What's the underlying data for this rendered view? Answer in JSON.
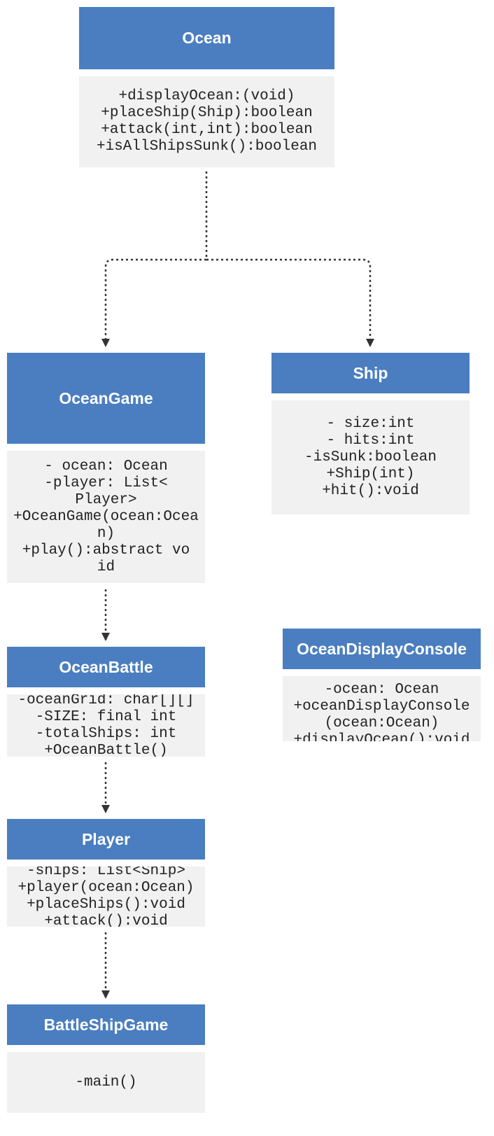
{
  "colors": {
    "header_fill": "#4a7ec0",
    "body_fill": "#f1f1f1",
    "header_text": "#ffffff",
    "member_text": "#222222",
    "edge": "#333333"
  },
  "classes": {
    "ocean": {
      "name": "Ocean",
      "members": [
        "+displayOcean:(void)",
        "+placeShip(Ship):boolean",
        "+attack(int,int):boolean",
        "+isAllShipsSunk():boolean"
      ]
    },
    "ocean_game": {
      "name": "OceanGame",
      "members": [
        "- ocean: Ocean",
        "-player: List<Player>",
        "+OceanGame(ocean:Ocean)",
        "+play():abstract void"
      ]
    },
    "ship": {
      "name": "Ship",
      "members": [
        "- size:int",
        "- hits:int",
        "-isSunk:boolean",
        "+Ship(int)",
        "+hit():void"
      ]
    },
    "ocean_battle": {
      "name": "OceanBattle",
      "members": [
        "-oceanGrid: char[][]",
        "-SIZE: final int",
        "-totalShips: int",
        "+OceanBattle()"
      ]
    },
    "ocean_display_console": {
      "name": "OceanDisplayConsole",
      "members": [
        "-ocean: Ocean",
        "+oceanDisplayConsole",
        "(ocean:Ocean)",
        "+displayOcean():void"
      ]
    },
    "player": {
      "name": "Player",
      "members": [
        "-ships: List<Ship>",
        "+player(ocean:Ocean)",
        "+placeShips():void",
        "+attack():void"
      ]
    },
    "battleship_game": {
      "name": "BattleShipGame",
      "members": [
        "-main()"
      ]
    }
  }
}
